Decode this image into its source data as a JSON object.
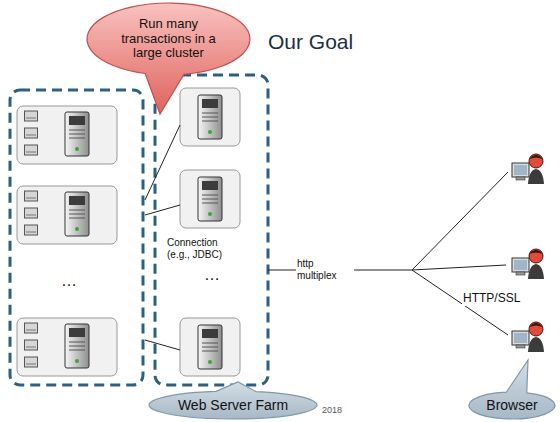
{
  "diagram": {
    "title": "Our Goal",
    "nodes": [
      {
        "text": [
          "Run many transactions in a large cluster"
        ]
      },
      {
        "text": [
          "Web Server Farm"
        ]
      },
      {
        "text": [
          "Browser"
        ]
      }
    ],
    "labels": [
      "Connection (e.g., JDBC)",
      "http multiplex",
      "HTTP/SSL",
      "…",
      "…",
      "2018"
    ]
  }
}
